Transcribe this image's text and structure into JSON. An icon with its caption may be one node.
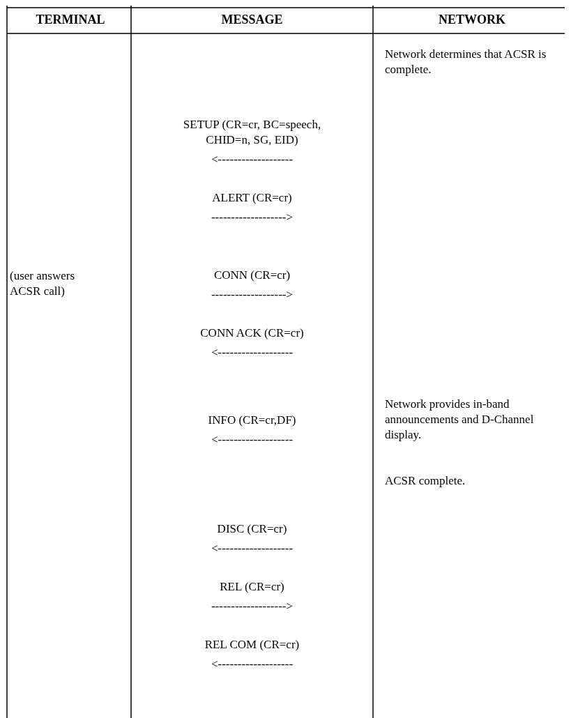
{
  "diagram": {
    "labels": [
      "TERMINAL",
      "MESSAGE",
      "NETWORK",
      "Network determines that ACSR is complete.",
      "SETUP (CR=cr, BC=speech, CHID=n, SG, EID)",
      "<-------------------",
      "ALERT (CR=cr)",
      "------------------->",
      "(user answers ACSR call)",
      "CONN (CR=cr)",
      "------------------->",
      "CONN ACK (CR=cr)",
      "<-------------------",
      "Network provides in-band announcements and D-Channel display.",
      "INFO (CR=cr,DF)",
      "<-------------------",
      "ACSR complete.",
      "DISC (CR=cr)",
      "<-------------------",
      "REL (CR=cr)",
      "------------------->",
      "REL COM (CR=cr)",
      "<-------------------"
    ]
  }
}
